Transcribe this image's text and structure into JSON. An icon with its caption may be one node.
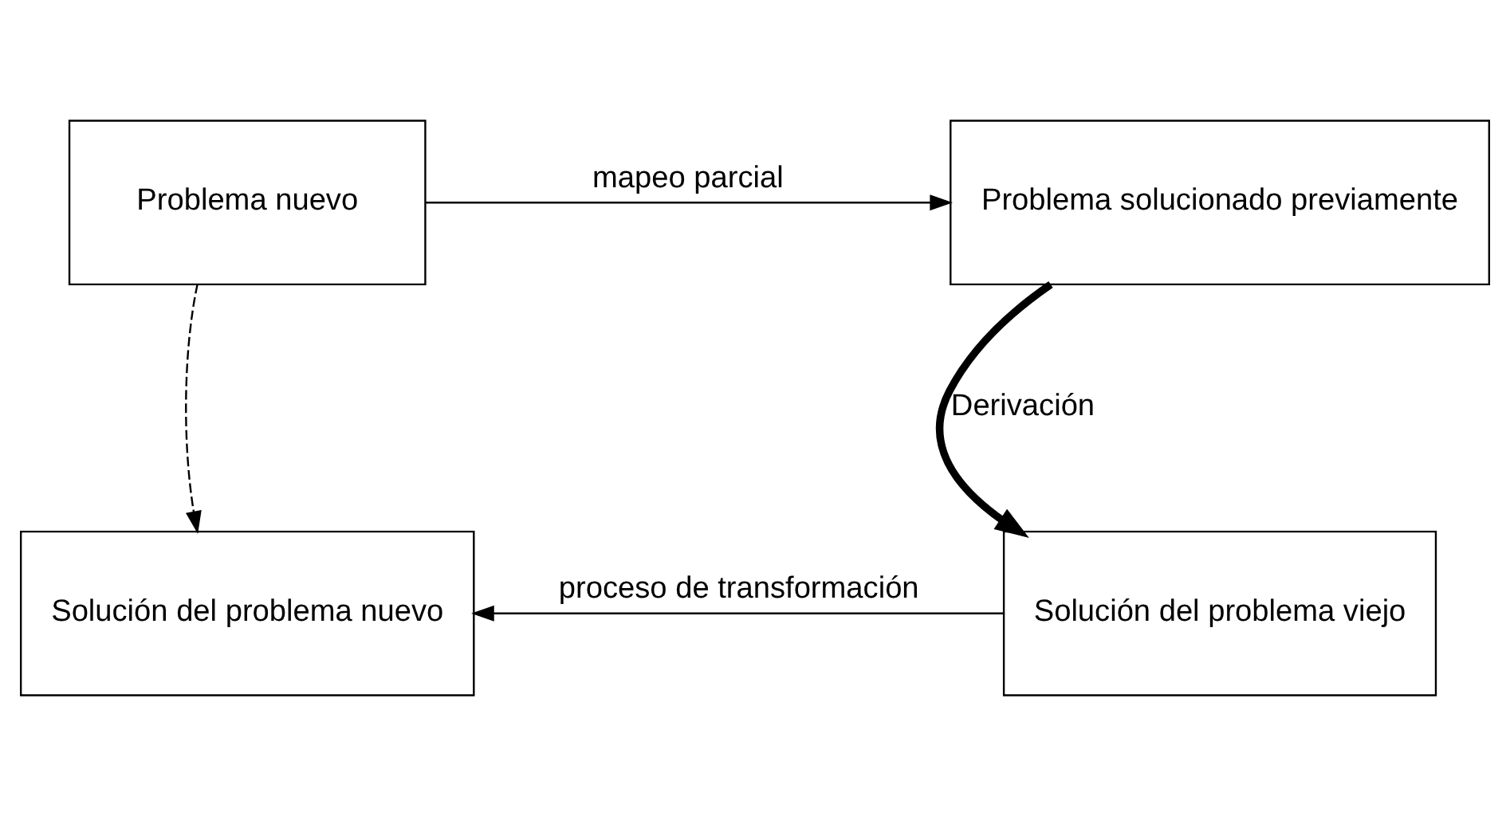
{
  "diagram": {
    "nodes": [
      {
        "text": [
          "Problema nuevo"
        ]
      },
      {
        "text": [
          "Problema solucionado previamente"
        ]
      },
      {
        "text": [
          "Solución del problema nuevo"
        ]
      },
      {
        "text": [
          "Solución del problema viejo"
        ]
      }
    ],
    "edges": [
      {
        "from": 0,
        "to": 1,
        "arrow": "to",
        "label": "mapeo parcial"
      },
      {
        "from": 1,
        "to": 3,
        "arrow": "to",
        "label": "Derivación",
        "style": "thick"
      },
      {
        "from": 3,
        "to": 2,
        "arrow": "to",
        "label": "proceso de transformación"
      },
      {
        "from": 0,
        "to": 2,
        "arrow": "to",
        "style": "dashed"
      }
    ]
  }
}
